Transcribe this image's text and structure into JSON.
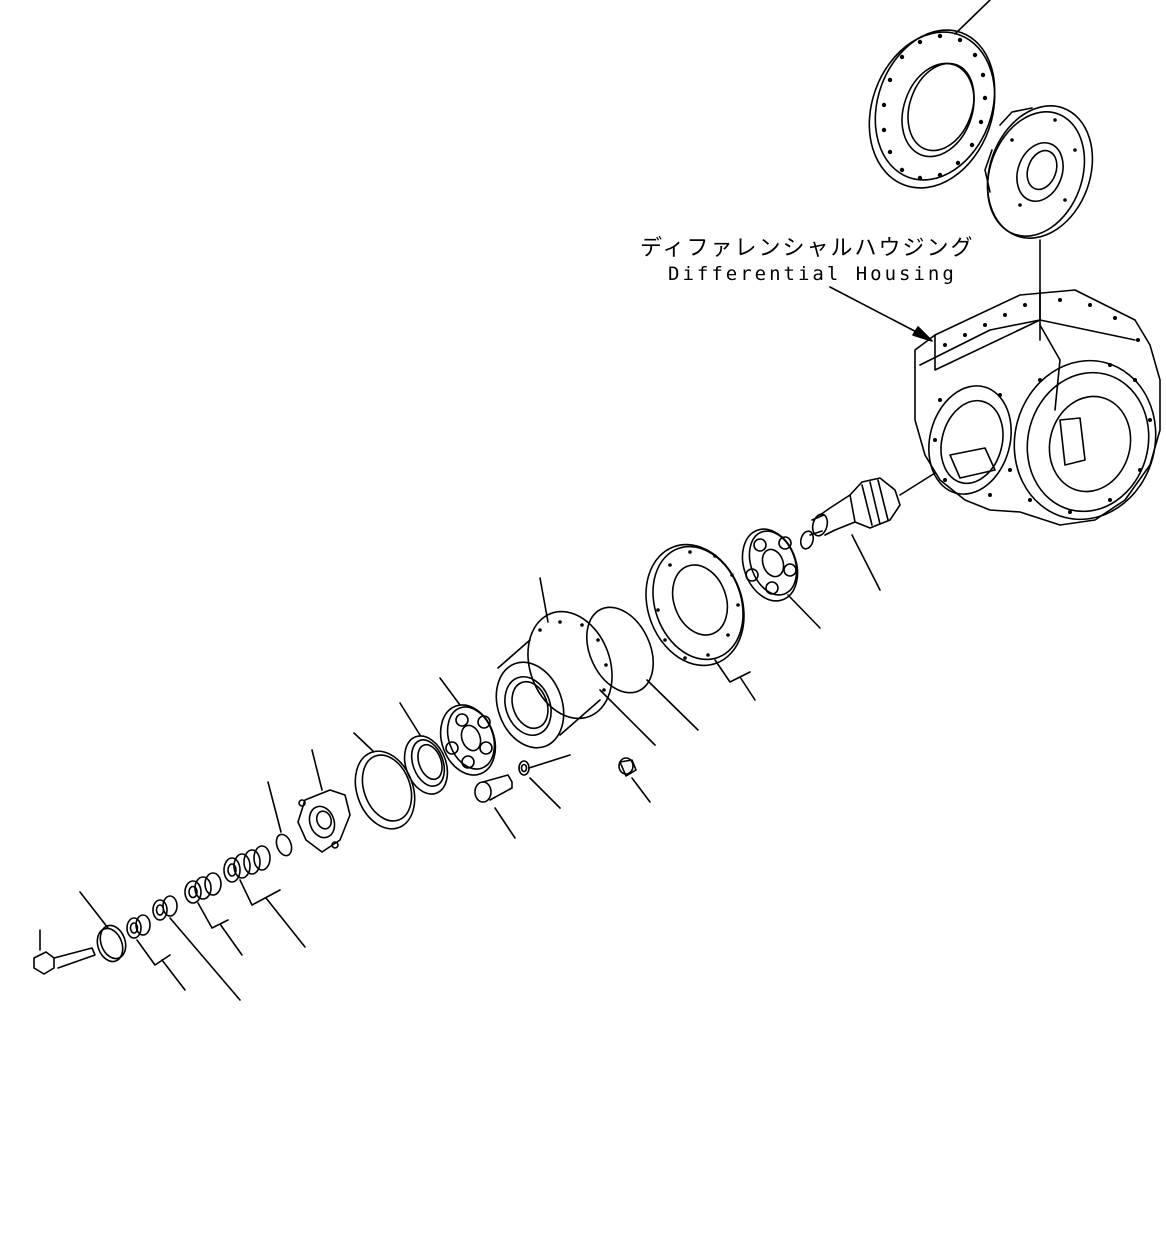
{
  "diagram": {
    "callout_jp": "ディファレンシャルハウジング",
    "callout_en": "Differential Housing",
    "colors": {
      "line": "#000000",
      "background": "#ffffff"
    },
    "icons": [
      "bolt",
      "washer",
      "shim-pack",
      "flange",
      "o-ring",
      "seal",
      "bearing",
      "cage",
      "retainer-ring",
      "gasket",
      "pinion-gear",
      "coupling",
      "ring-gear",
      "differential-case",
      "differential-housing"
    ]
  }
}
